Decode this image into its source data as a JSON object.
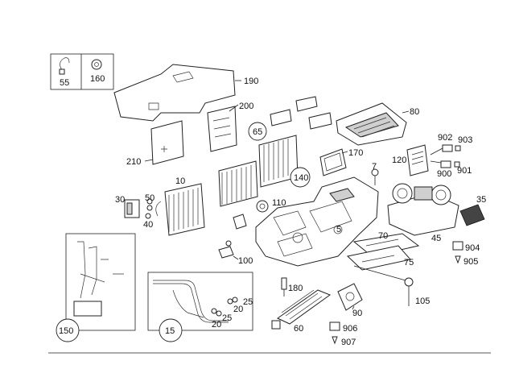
{
  "diagram": {
    "labels": {
      "p55": "55",
      "p160": "160",
      "p190": "190",
      "p200": "200",
      "p65": "65",
      "p80": "80",
      "p210": "210",
      "p10": "10",
      "p170": "170",
      "p902": "902",
      "p903": "903",
      "p120": "120",
      "p900": "900",
      "p901": "901",
      "p7": "7",
      "p140": "140",
      "p30": "30",
      "p50": "50",
      "p40": "40",
      "p110": "110",
      "p35": "35",
      "p5": "5",
      "p70": "70",
      "p45": "45",
      "p904": "904",
      "p905": "905",
      "p100": "100",
      "p75": "75",
      "p180": "180",
      "p105": "105",
      "p25a": "25",
      "p20a": "20",
      "p25b": "25",
      "p20b": "20",
      "p90": "90",
      "p150": "150",
      "p15": "15",
      "p60": "60",
      "p906": "906",
      "p907": "907"
    }
  }
}
